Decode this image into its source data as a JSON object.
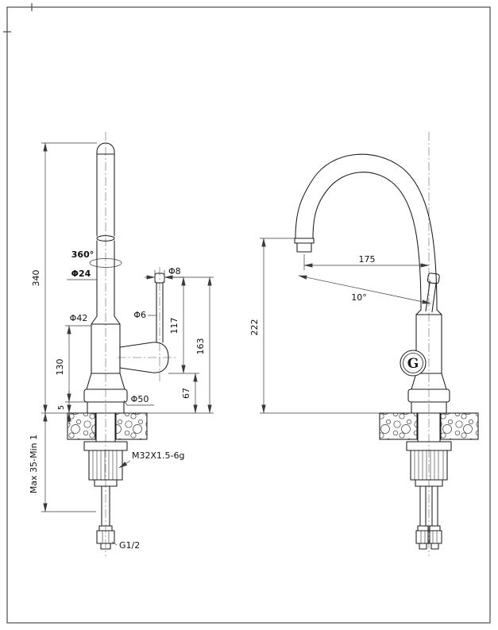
{
  "front_view": {
    "total_height": "340",
    "swivel_angle": "360°",
    "spout_diameter": "Φ24",
    "body_diameter": "Φ42",
    "body_height": "130",
    "base_gasket_height": "5",
    "base_diameter": "Φ50",
    "handle_stem_diameter": "Φ6",
    "handle_cap_diameter": "Φ8",
    "handle_height": "117",
    "handle_top_height": "163",
    "handle_joint_height": "67",
    "mounting_thickness": "Max 35-Min 1",
    "shank_thread": "M32X1.5-6g",
    "inlet_thread": "G1/2"
  },
  "side_view": {
    "spout_reach": "175",
    "spout_angle": "10°",
    "spout_height": "222",
    "logo_letter": "G"
  }
}
